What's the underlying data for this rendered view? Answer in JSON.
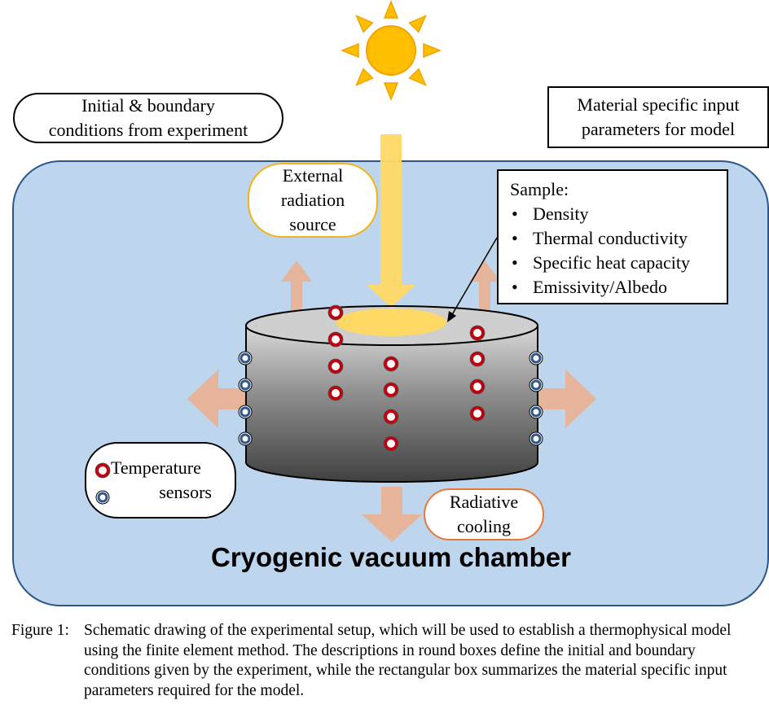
{
  "labels": {
    "initial_conditions": "Initial & boundary conditions from experiment",
    "material_params": "Material specific input parameters for model",
    "external_radiation": "External radiation source",
    "radiative_cooling": "Radiative cooling",
    "temperature_sensors_line1": "Temperature",
    "temperature_sensors_line2": "sensors",
    "chamber": "Cryogenic vacuum chamber"
  },
  "sample": {
    "heading": "Sample:",
    "properties": [
      "Density",
      "Thermal conductivity",
      "Specific heat capacity",
      "Emissivity/Albedo"
    ]
  },
  "caption": {
    "prefix": "Figure 1:",
    "text": "Schematic drawing of the experimental setup, which will be used to establish a thermophysical model using the finite element method. The descriptions in round boxes define the initial and boundary conditions given by the experiment, while the rectangular box summarizes the material specific input parameters required for the model."
  },
  "colors": {
    "chamber_fill": "#bdd5ed",
    "chamber_border": "#2f5688",
    "sun": "#ffbf00",
    "beam": "#ffd966",
    "heat_arrow": "#e6b49a",
    "external_outline": "#f2b418",
    "radiative_outline": "#e8783a",
    "sensor_red": "#c0000f",
    "sensor_blue": "#2f5688"
  },
  "icons": [
    "sun-icon",
    "radiation-beam-arrow",
    "heat-flow-arrow",
    "temperature-sensor-icon"
  ]
}
